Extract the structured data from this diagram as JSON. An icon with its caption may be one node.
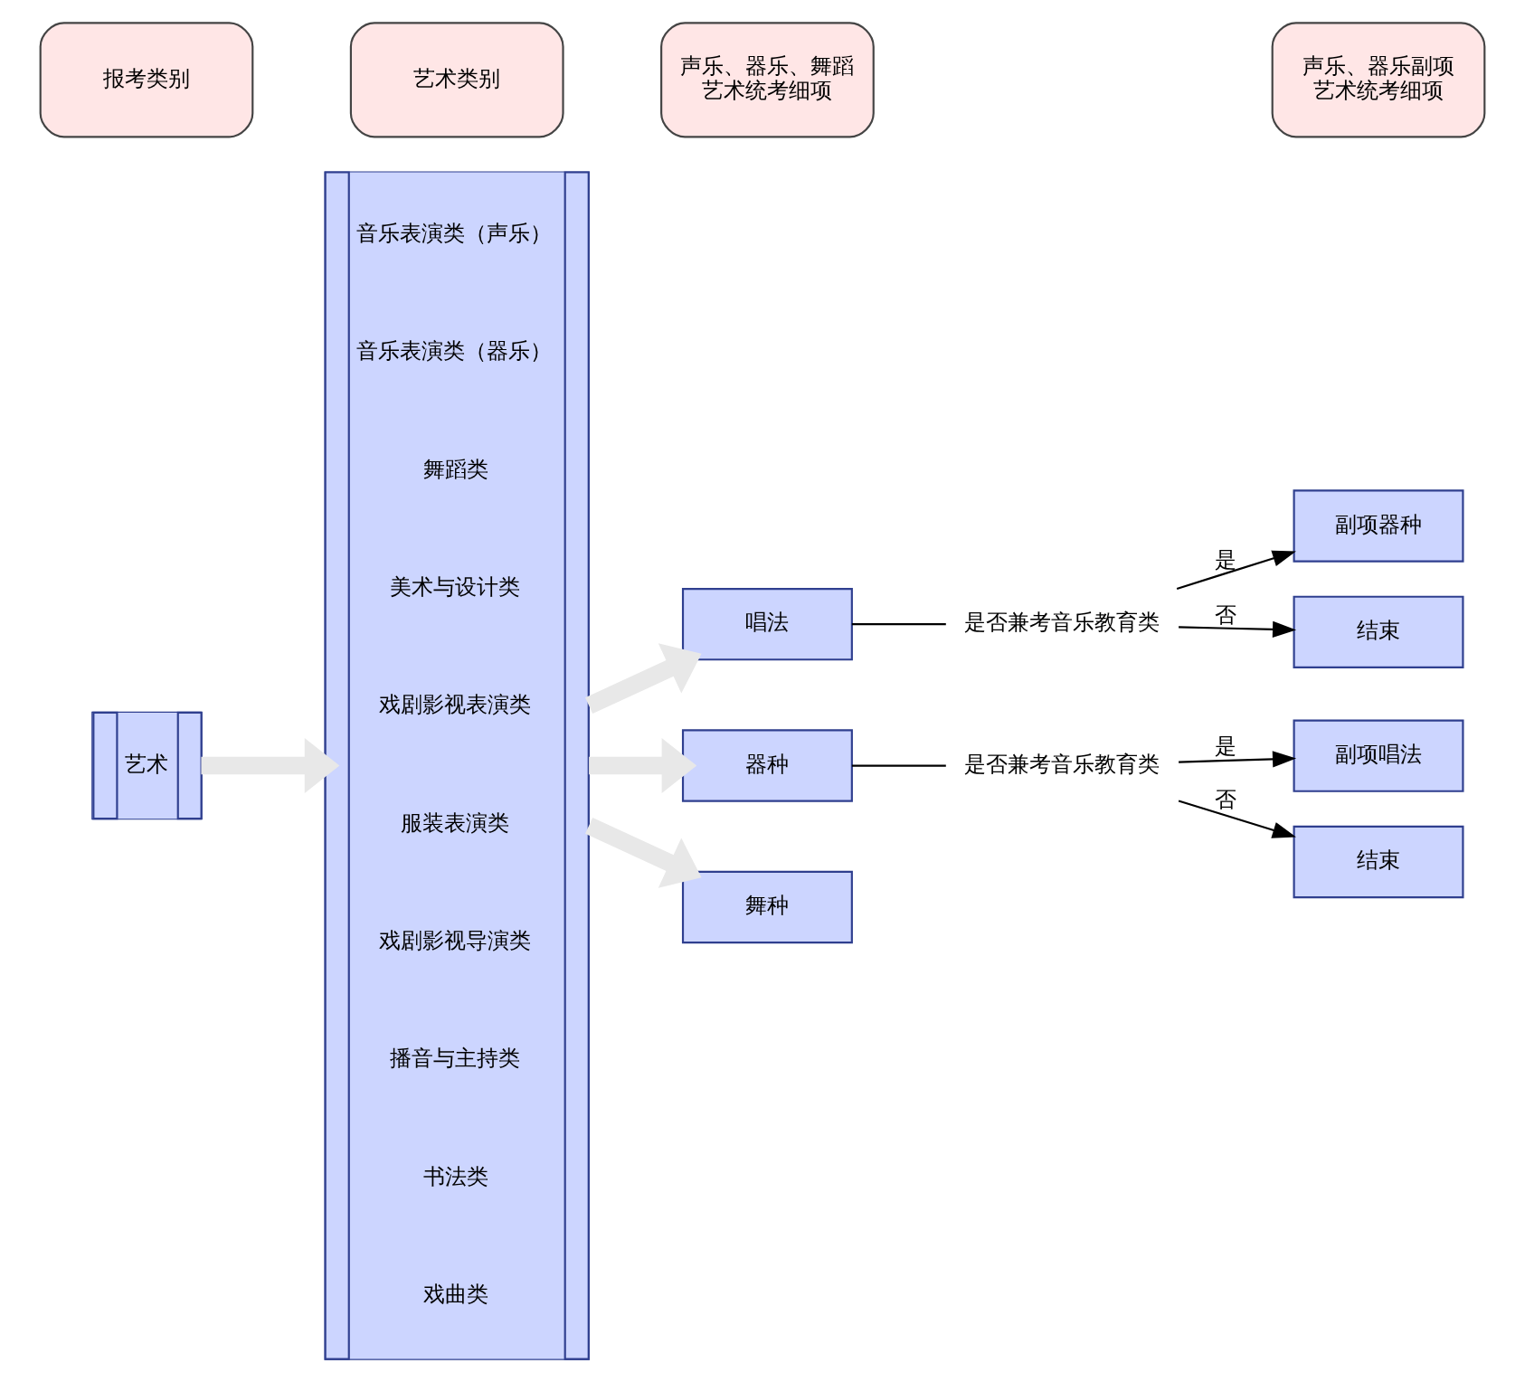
{
  "diagram": {
    "nodes": [
      {
        "text": [
          "报考类别"
        ]
      },
      {
        "text": [
          "艺术类别"
        ]
      },
      {
        "text": [
          "声乐、器乐、舞蹈艺术统考细项"
        ]
      },
      {
        "text": [
          "声乐、器乐副项艺术统考细项"
        ]
      },
      {
        "text": [
          "艺术"
        ]
      },
      {
        "text": [
          "音乐表演类（声乐）",
          "音乐表演类（器乐）",
          "舞蹈类",
          "美术与设计类",
          "戏剧影视表演类",
          "服装表演类",
          "戏剧影视导演类",
          "播音与主持类",
          "书法类",
          "戏曲类"
        ]
      },
      {
        "text": [
          "唱法"
        ]
      },
      {
        "text": [
          "是否兼考音乐教育类"
        ]
      },
      {
        "text": [
          "副项器种"
        ]
      },
      {
        "text": [
          "结束"
        ]
      },
      {
        "text": [
          "器种"
        ]
      },
      {
        "text": [
          "是否兼考音乐教育类"
        ]
      },
      {
        "text": [
          "副项唱法"
        ]
      },
      {
        "text": [
          "结束"
        ]
      },
      {
        "text": [
          "舞种"
        ]
      }
    ],
    "edges": [
      {
        "from": 4,
        "to": 5,
        "arrow": "to",
        "style": "thick",
        "color": "#e8e8e8"
      },
      {
        "from": 5,
        "to": 6,
        "arrow": "to",
        "style": "thick",
        "color": "#e8e8e8"
      },
      {
        "from": 5,
        "to": 10,
        "arrow": "to",
        "style": "thick",
        "color": "#e8e8e8"
      },
      {
        "from": 5,
        "to": 14,
        "arrow": "to",
        "style": "thick",
        "color": "#e8e8e8"
      },
      {
        "from": 6,
        "to": 7,
        "arrow": "none"
      },
      {
        "from": 7,
        "to": 8,
        "arrow": "to",
        "label": "是"
      },
      {
        "from": 7,
        "to": 9,
        "arrow": "to",
        "label": "否"
      },
      {
        "from": 10,
        "to": 11,
        "arrow": "none"
      },
      {
        "from": 11,
        "to": 12,
        "arrow": "to",
        "label": "是"
      },
      {
        "from": 11,
        "to": 13,
        "arrow": "to",
        "label": "否"
      }
    ]
  }
}
